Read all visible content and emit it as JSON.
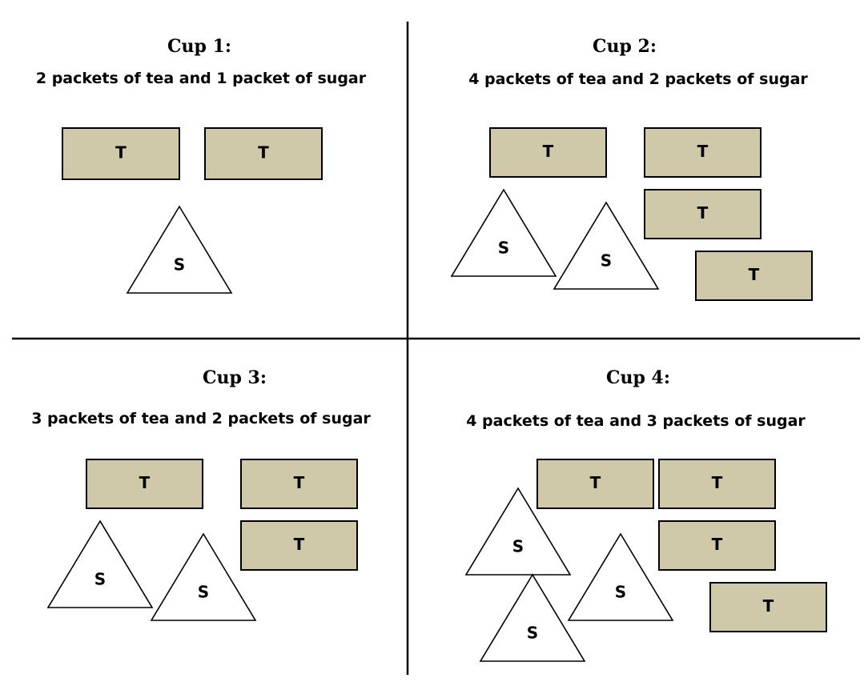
{
  "colors": {
    "tea_packet": "#cfc9aa",
    "sugar_packet": "#ffffff"
  },
  "tea_label": "T",
  "sugar_label": "S",
  "cups": [
    {
      "title": "Cup 1:",
      "description": "2 packets of tea and 1 packet of sugar",
      "tea": 2,
      "sugar": 1
    },
    {
      "title": "Cup 2:",
      "description": "4 packets of tea and 2 packets of sugar",
      "tea": 4,
      "sugar": 2
    },
    {
      "title": "Cup 3:",
      "description": "3 packets of tea and 2 packets of sugar",
      "tea": 3,
      "sugar": 2
    },
    {
      "title": "Cup 4:",
      "description": "4 packets of tea and 3 packets of sugar",
      "tea": 4,
      "sugar": 3
    }
  ]
}
